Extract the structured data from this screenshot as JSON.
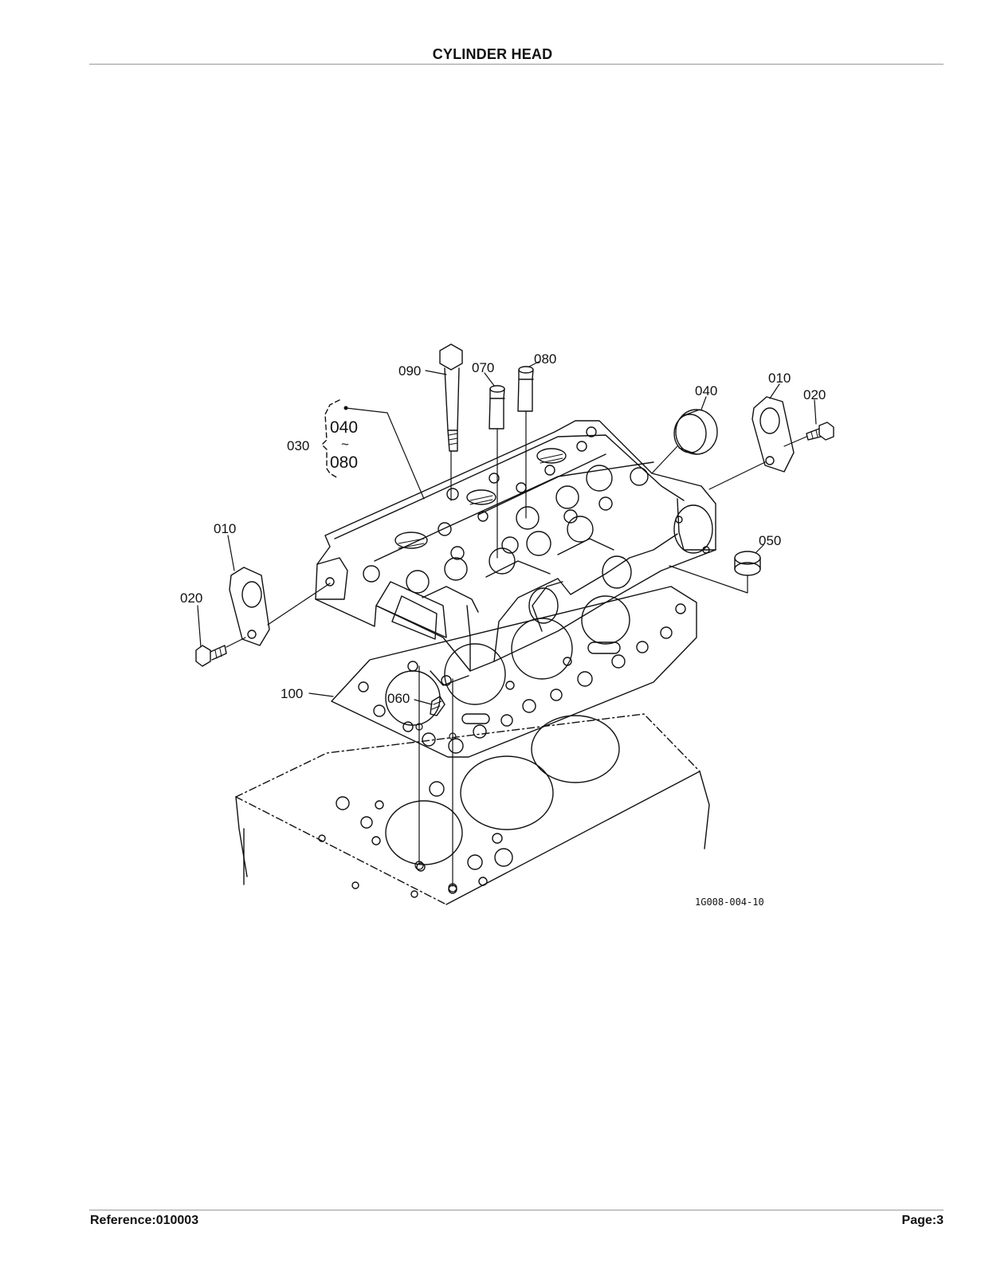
{
  "page": {
    "title": "CYLINDER HEAD",
    "reference": "Reference:010003",
    "page_number": "Page:3"
  },
  "diagram": {
    "figure_id": "1G008-004-10",
    "callouts": {
      "c090": "090",
      "c070": "070",
      "c080": "080",
      "c040_top": "040",
      "c010_right": "010",
      "c020_right": "020",
      "c030": "030",
      "c030_from": "040",
      "c030_sep": "~",
      "c030_to": "080",
      "c010_left": "010",
      "c020_left": "020",
      "c050": "050",
      "c100": "100",
      "c060": "060"
    }
  }
}
